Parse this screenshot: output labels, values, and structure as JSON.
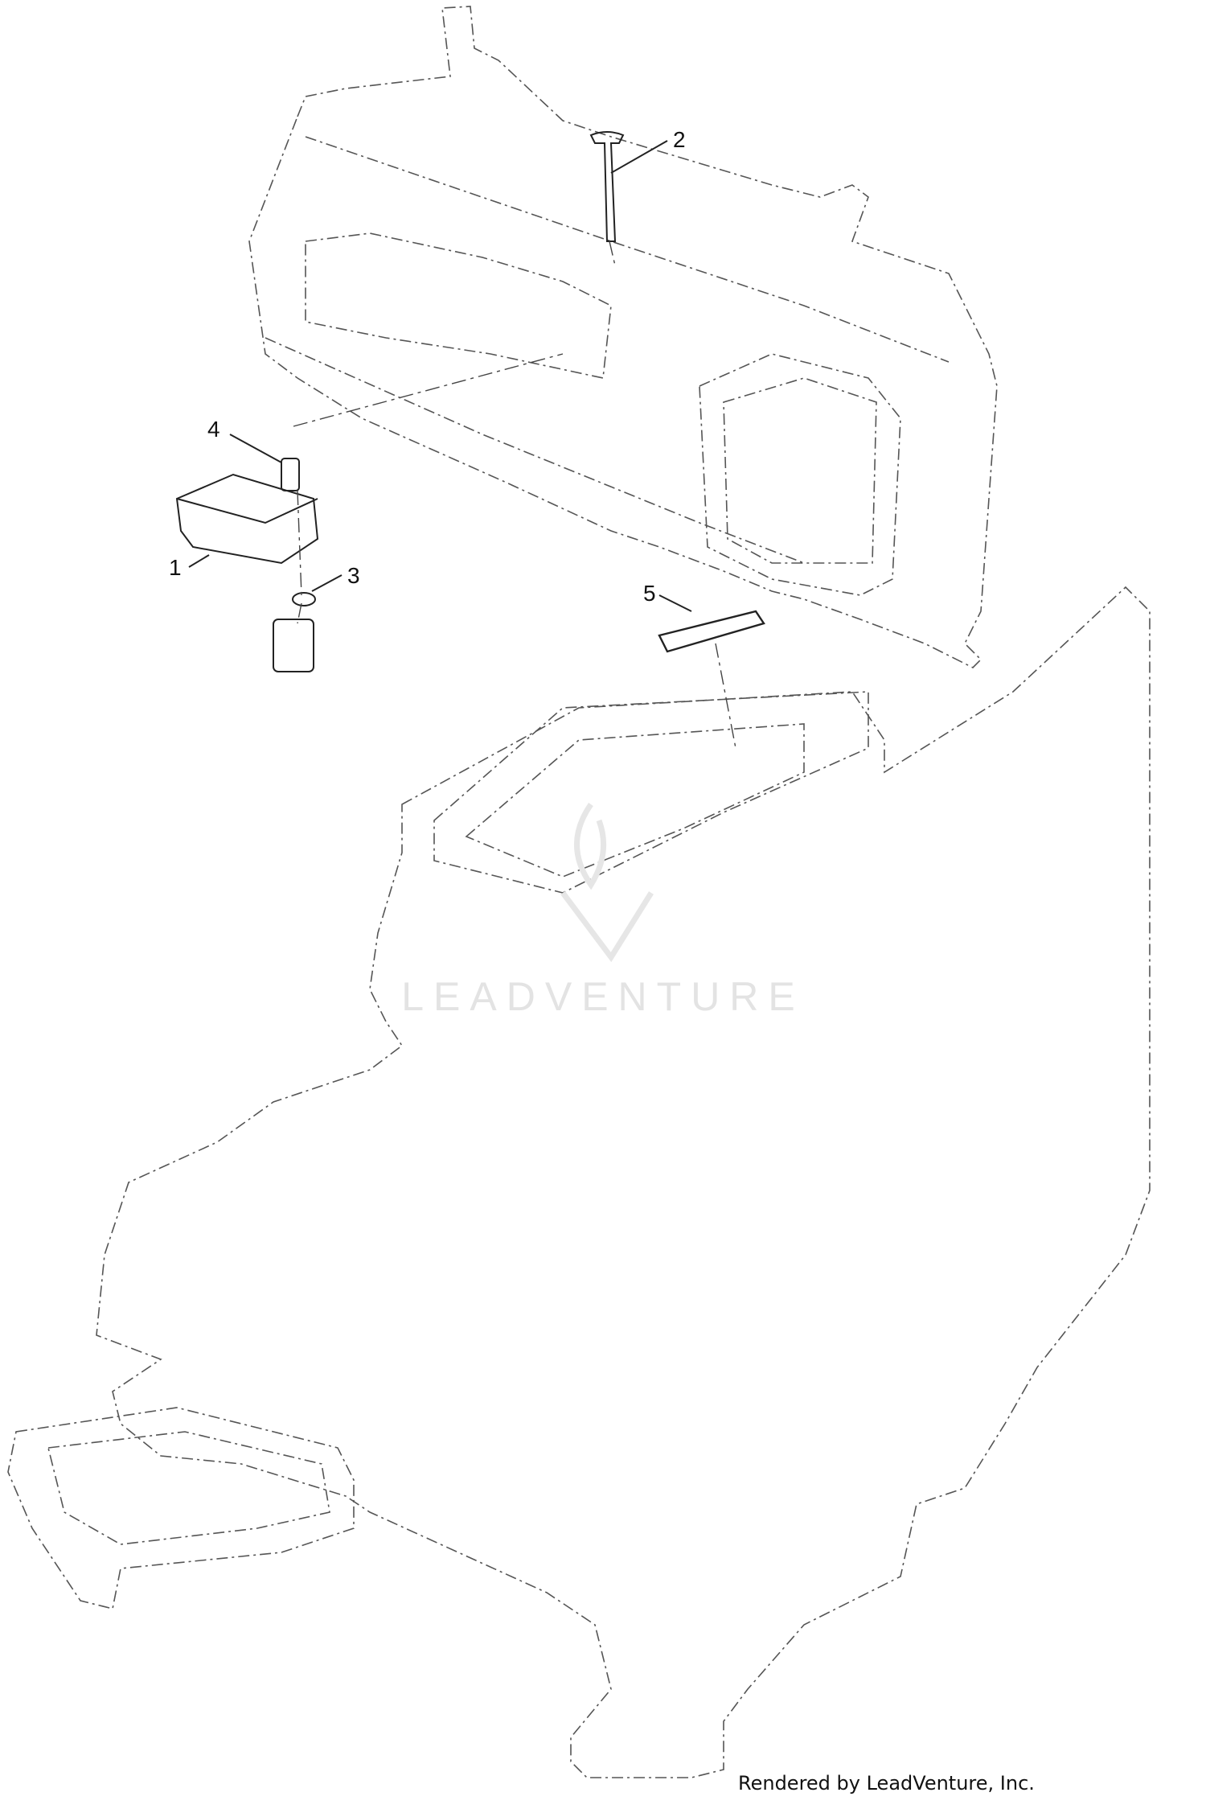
{
  "diagram": {
    "callouts": [
      {
        "id": "1",
        "label": "1"
      },
      {
        "id": "2",
        "label": "2"
      },
      {
        "id": "3",
        "label": "3"
      },
      {
        "id": "4",
        "label": "4"
      },
      {
        "id": "5",
        "label": "5"
      }
    ],
    "watermark": "LEADVENTURE",
    "footer": "Rendered by LeadVenture, Inc."
  },
  "colors": {
    "line": "#222222",
    "dashed": "#555555",
    "watermark": "#e3e3e3"
  }
}
